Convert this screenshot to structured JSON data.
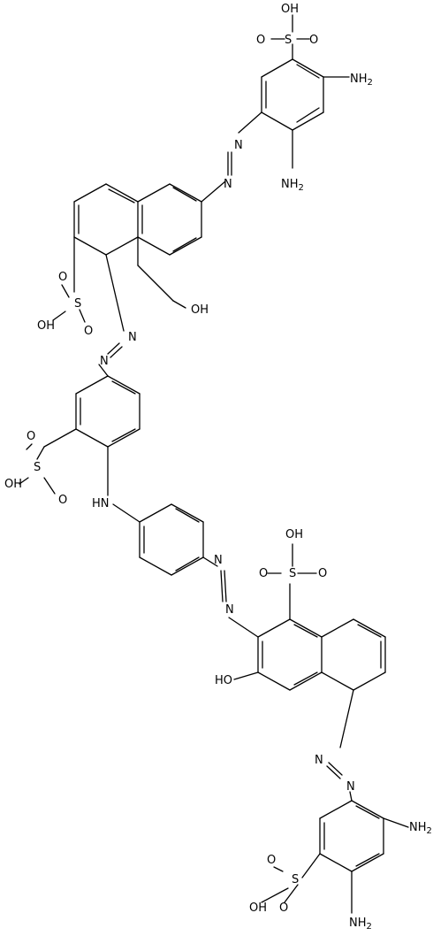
{
  "diagram": {
    "type": "chemical-structure",
    "labels": {
      "so3h_top": [
        "OH",
        "S",
        "O",
        "O"
      ],
      "nh2_top_right": "NH2",
      "nh2_top_ortho": "NH2",
      "azo_top": [
        "N",
        "N"
      ],
      "so3h_naph1": [
        "S",
        "O",
        "O",
        "OH"
      ],
      "oh_naph1": "OH",
      "azo_mid1": [
        "N",
        "N"
      ],
      "so3h_ring3": [
        "S",
        "O",
        "O",
        "OH"
      ],
      "nh_bridge": "HN",
      "azo_mid2": [
        "N",
        "N"
      ],
      "so3h_naph2": [
        "OH",
        "S",
        "O",
        "O"
      ],
      "oh_naph2": "HO",
      "azo_bottom": [
        "N",
        "N"
      ],
      "nh2_bottom_right": "NH2",
      "nh2_bottom_ortho": "NH2",
      "so3h_bottom": [
        "S",
        "O",
        "O",
        "OH"
      ]
    }
  }
}
